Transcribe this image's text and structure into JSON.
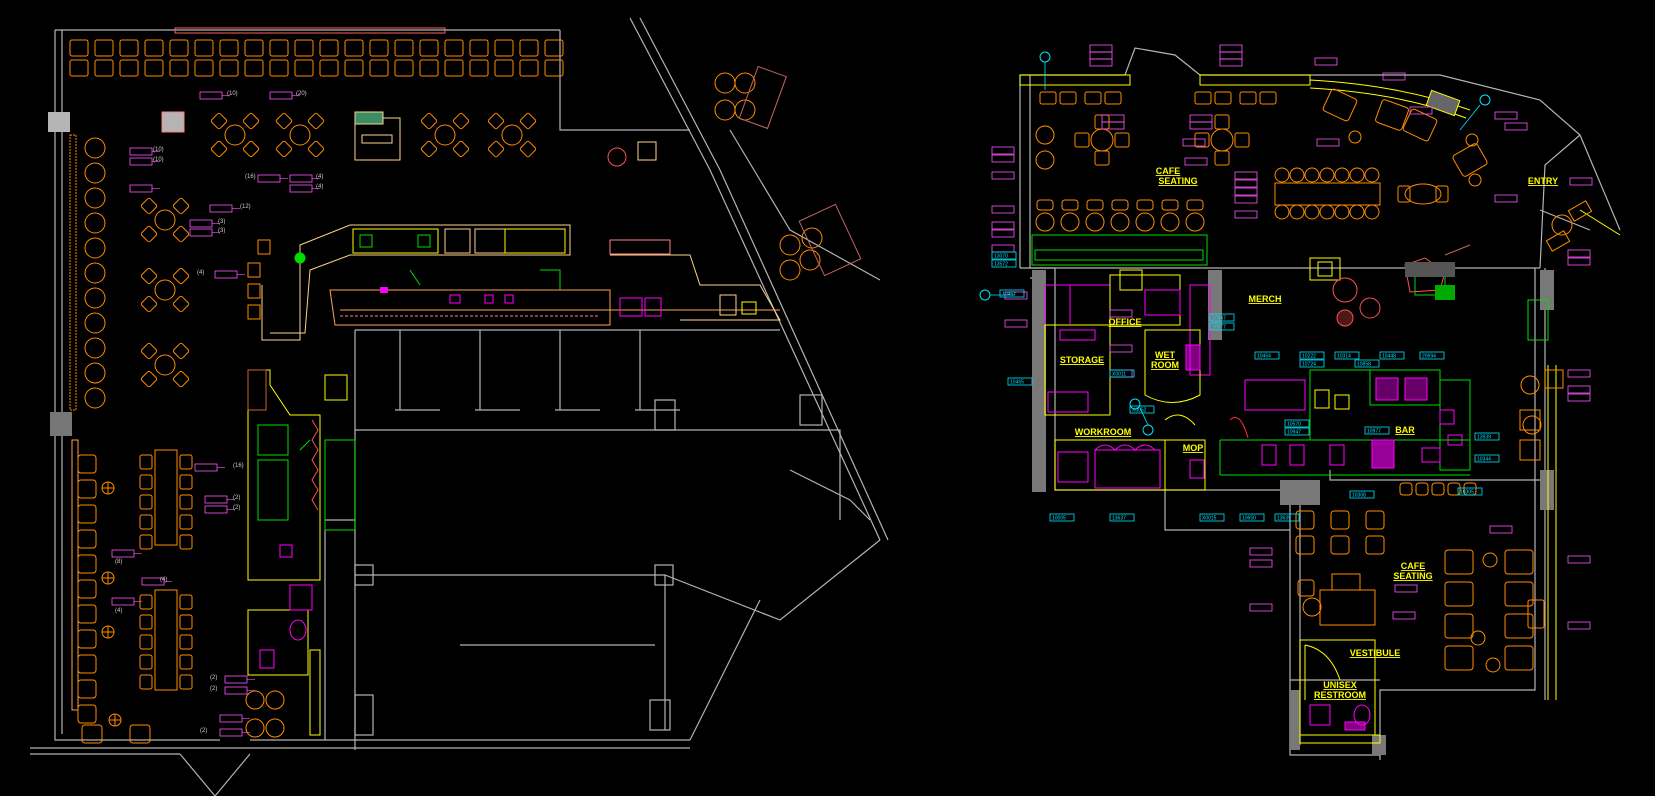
{
  "colors": {
    "background": "#000000",
    "wall": "#b4b4b4",
    "furniture": "#ff8c00",
    "tag_magenta": "#ff55ff",
    "tag_cyan": "#00e5ff",
    "room_label": "#ffff00",
    "equipment_green": "#00dd00",
    "equipment_magenta": "#ff00ff"
  },
  "left_plan": {
    "counts": [
      "(10)",
      "(20)",
      "(10)",
      "(10)",
      "(12)",
      "(3)",
      "(3)",
      "(4)",
      "(16)",
      "(4)",
      "(4)",
      "(16)",
      "(2)",
      "(2)",
      "(8)",
      "(4)",
      "(4)",
      "(2)",
      "(2)",
      "(2)"
    ]
  },
  "right_plan": {
    "rooms": {
      "cafe_seating_top_1": "CAFE",
      "cafe_seating_top_2": "SEATING",
      "entry": "ENTRY",
      "merch": "MERCH",
      "office": "OFFICE",
      "storage": "STORAGE",
      "wet_room_1": "WET",
      "wet_room_2": "ROOM",
      "workroom": "WORKROOM",
      "mop": "MOP",
      "bar": "BAR",
      "cafe_seating_bottom_1": "CAFE",
      "cafe_seating_bottom_2": "SEATING",
      "vestibule": "VESTIBULE",
      "restroom_1": "UNISEX",
      "restroom_2": "RESTROOM"
    },
    "tags": [
      "10947",
      "10977",
      "10222",
      "10464",
      "10724",
      "10314",
      "10858",
      "10448",
      "20694",
      "10570",
      "10947",
      "10977",
      "13939",
      "10344",
      "10308",
      "10305",
      "10465",
      "10005",
      "13637",
      "X0015",
      "10650",
      "13639",
      "10457",
      "X0011",
      "X0052",
      "13070",
      "13572"
    ]
  }
}
